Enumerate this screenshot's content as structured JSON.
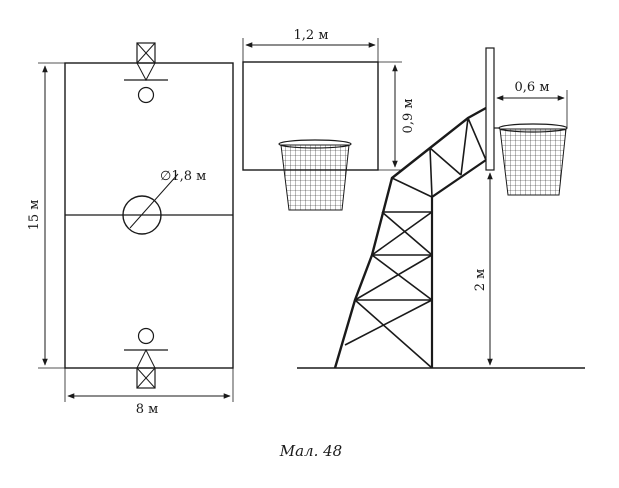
{
  "figure": {
    "caption": "Мал. 48",
    "court": {
      "length_label": "15 м",
      "width_label": "8 м",
      "circle_label": "∅1,8 м"
    },
    "backboard": {
      "width_label": "1,2 м",
      "height_label": "0,9 м"
    },
    "support": {
      "offset_label": "0,6 м",
      "height_label": "2 м"
    }
  }
}
